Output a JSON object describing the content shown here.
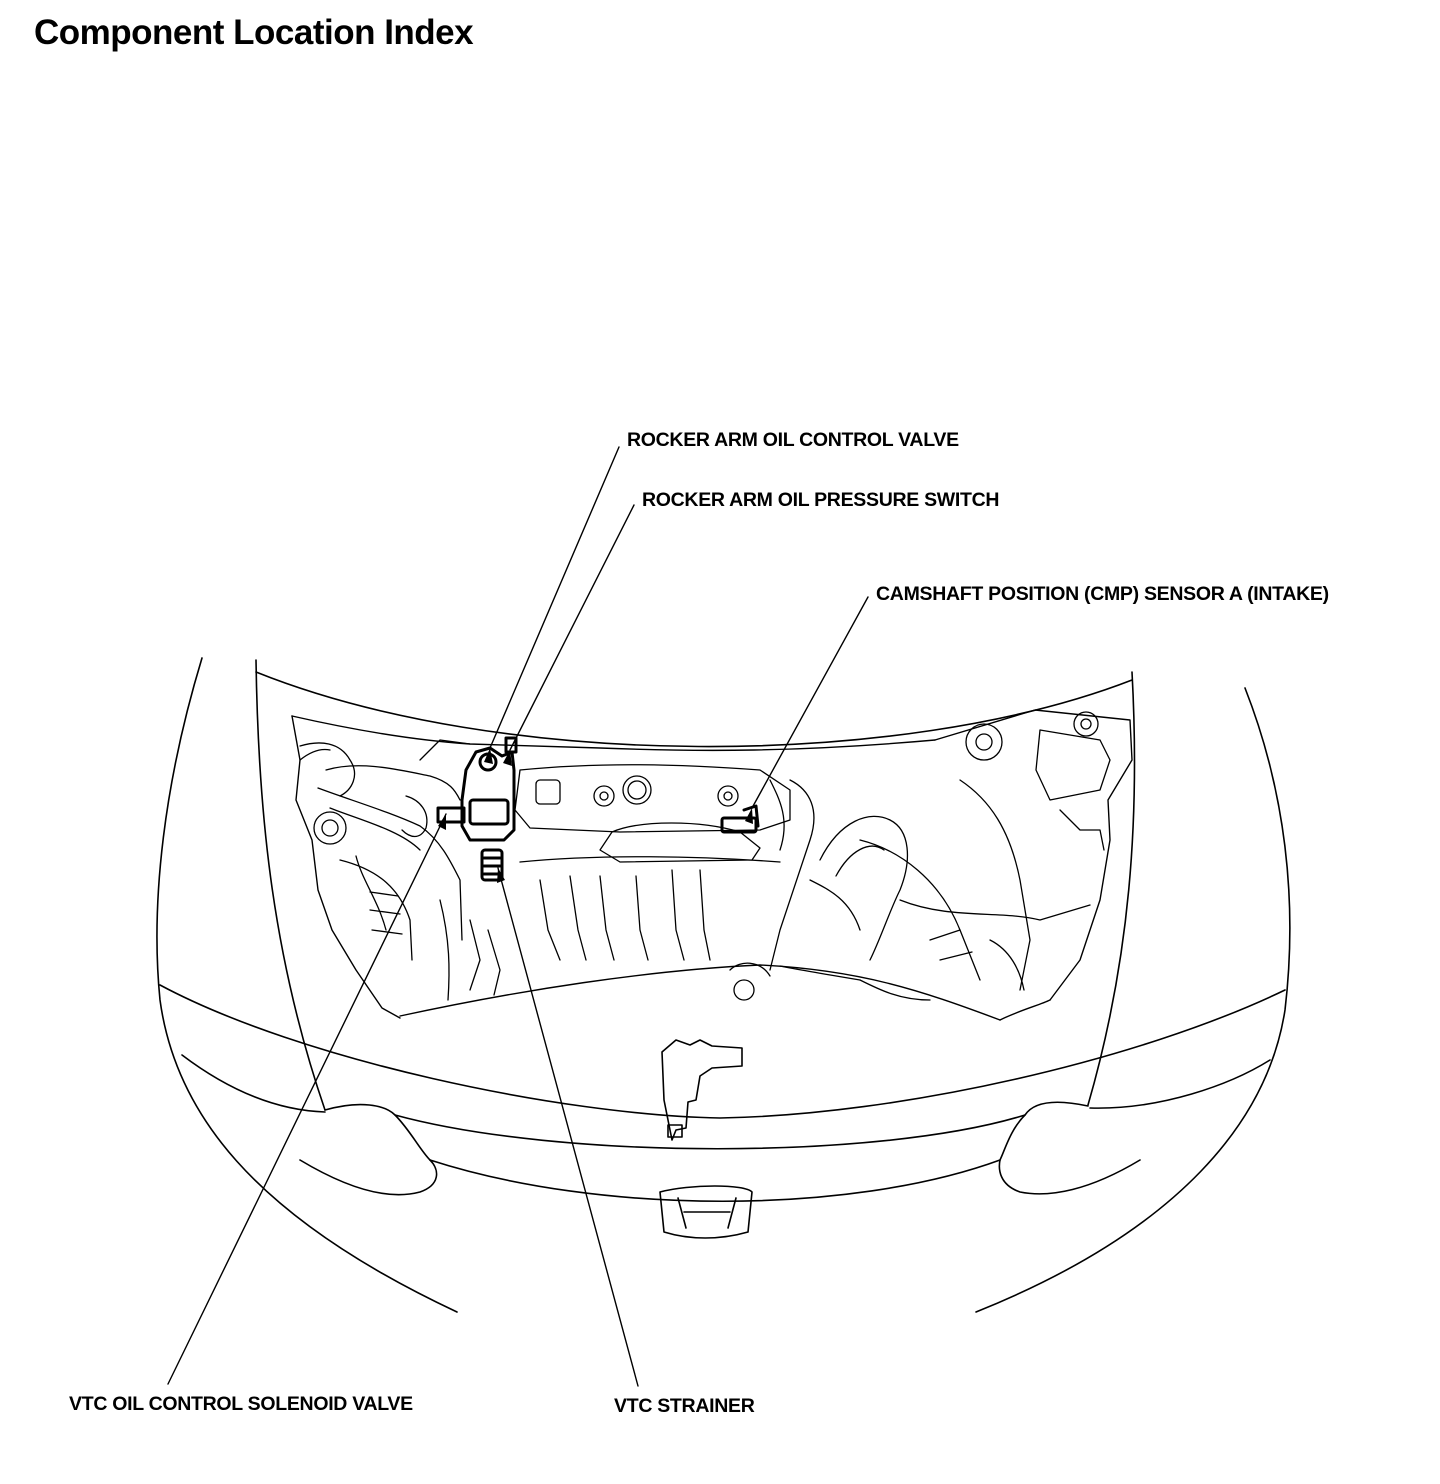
{
  "title": "Component Location Index",
  "callouts": {
    "rocker_arm_oil_control_valve": "ROCKER ARM OIL CONTROL VALVE",
    "rocker_arm_oil_pressure_switch": "ROCKER ARM OIL PRESSURE SWITCH",
    "cmp_sensor_a": "CAMSHAFT POSITION (CMP) SENSOR A (INTAKE)",
    "vtc_oil_control_solenoid_valve": "VTC OIL CONTROL SOLENOID VALVE",
    "vtc_strainer": "VTC STRAINER"
  },
  "colors": {
    "ink": "#000000",
    "paper": "#ffffff"
  }
}
